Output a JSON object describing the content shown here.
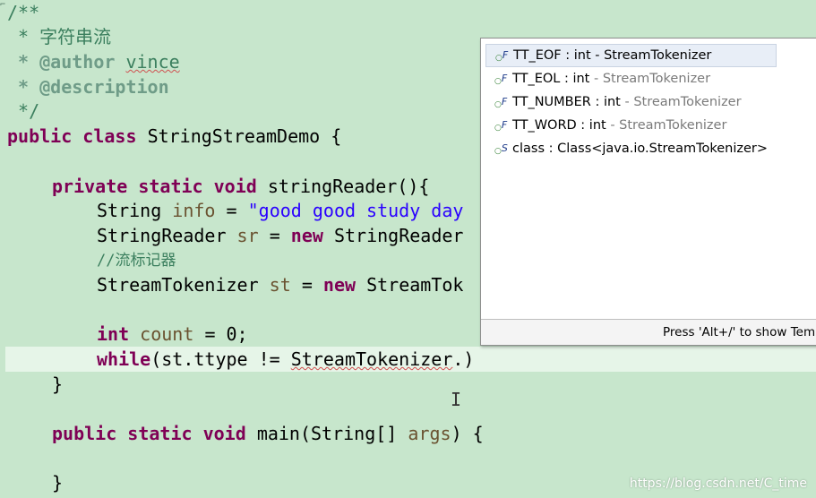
{
  "editor": {
    "lines": [
      "/**",
      " * 字符串流",
      " * @author",
      "vince",
      " * @description",
      " */",
      "public",
      "class",
      "StringStreamDemo {",
      "private",
      "static",
      "void",
      "stringReader(){",
      "String",
      "info",
      "= ",
      "\"good good study day",
      "StringReader",
      "sr",
      "=",
      "new",
      "StringReader",
      "//流标记器",
      "StreamTokenizer",
      "st",
      "=",
      "new",
      "StreamTok",
      "int",
      "count",
      "= 0;",
      "while",
      "(st.ttype != ",
      "StreamTokenizer",
      ".)",
      "}",
      "public",
      "static",
      "void",
      "main(String[]",
      "args",
      ") {",
      "}"
    ]
  },
  "autocomplete": {
    "items": [
      {
        "name": "TT_EOF : int",
        "owner": "StreamTokenizer",
        "icon": "static-final-field-icon"
      },
      {
        "name": "TT_EOL : int",
        "owner": "StreamTokenizer",
        "icon": "static-final-field-icon"
      },
      {
        "name": "TT_NUMBER : int",
        "owner": "StreamTokenizer",
        "icon": "static-final-field-icon"
      },
      {
        "name": "TT_WORD : int",
        "owner": "StreamTokenizer",
        "icon": "static-final-field-icon"
      },
      {
        "name": "class : Class<java.io.StreamTokenizer>",
        "owner": "",
        "icon": "static-class-icon"
      }
    ],
    "dash": " - ",
    "footer": "Press 'Alt+/' to show Temp"
  },
  "watermark": "https://blog.csdn.net/C_time",
  "colors": {
    "background": "#c7e6cc",
    "keyword": "#7f0055",
    "comment": "#3b7f5e",
    "string": "#2a00ff"
  }
}
